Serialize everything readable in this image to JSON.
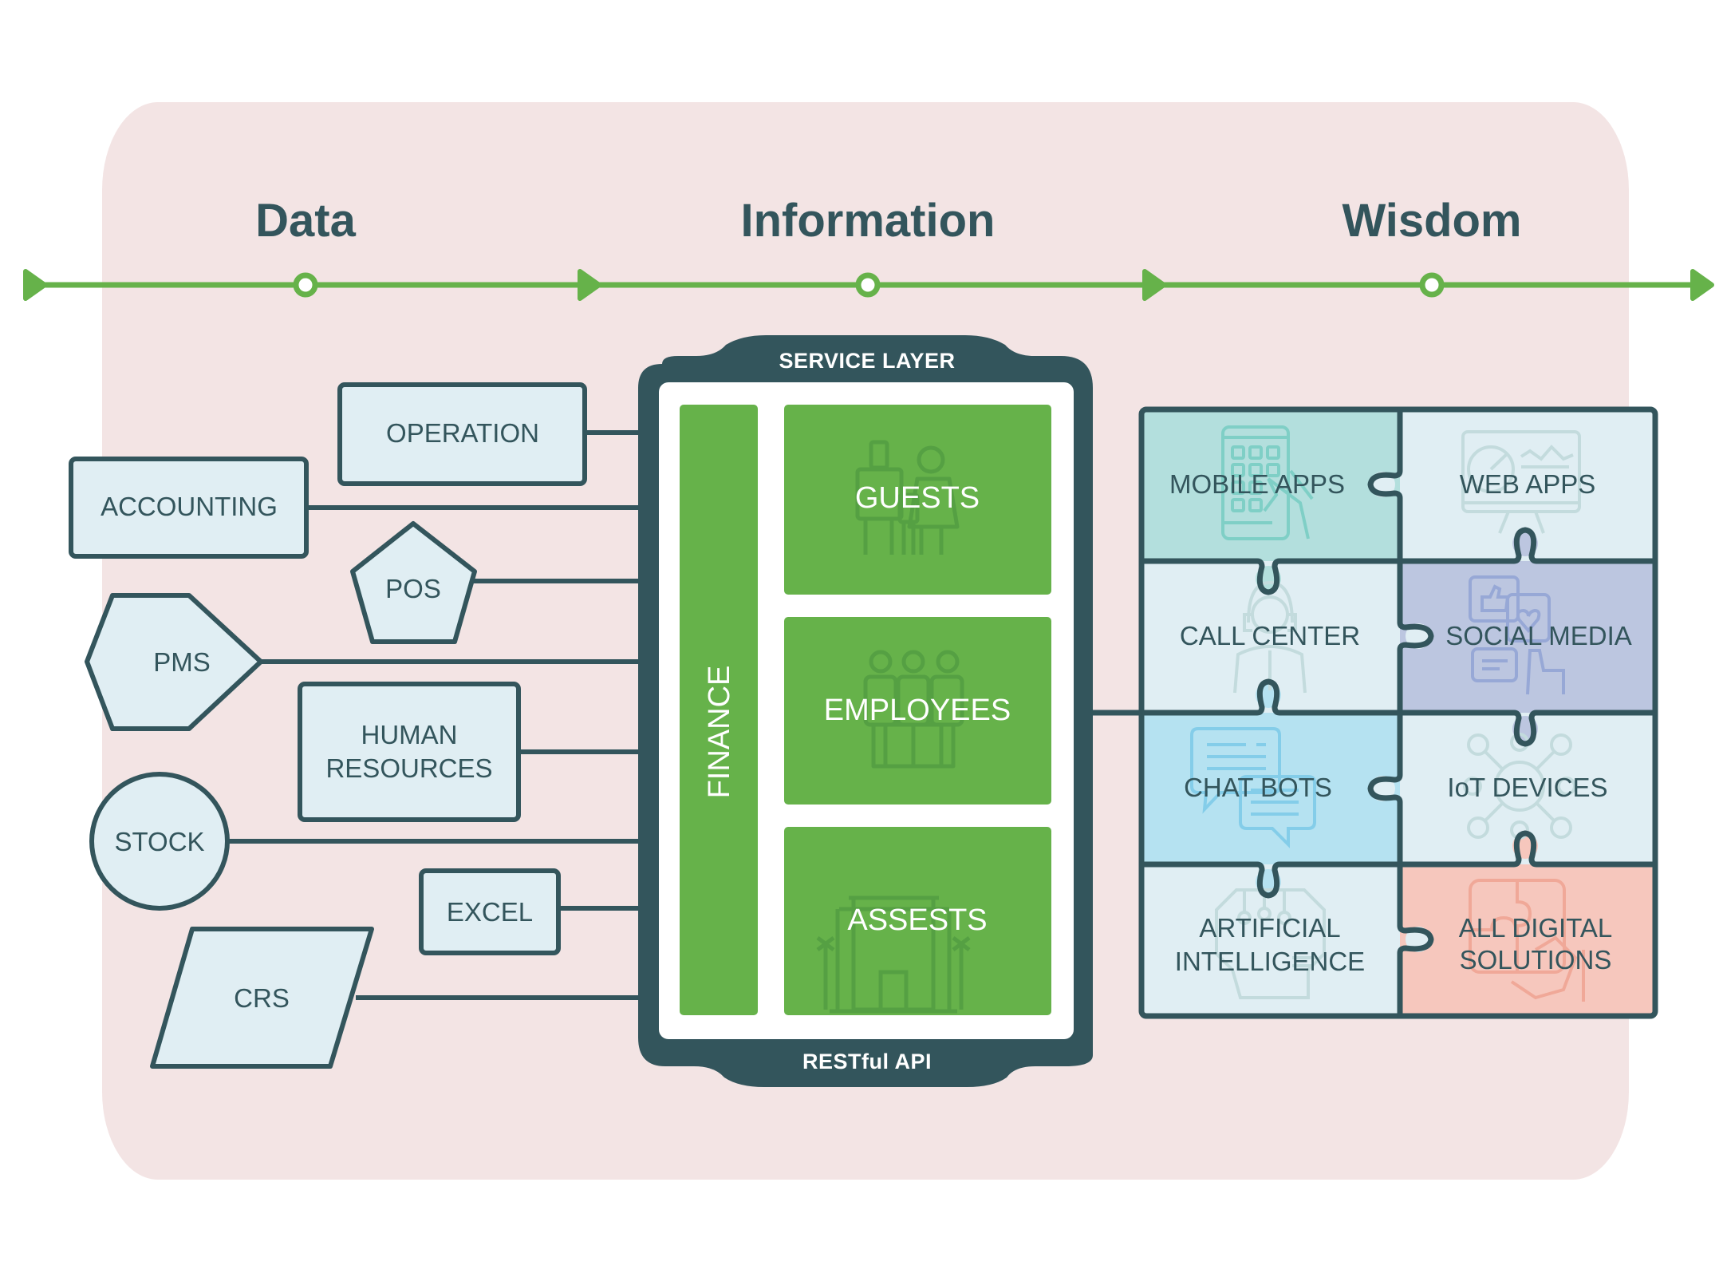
{
  "colors": {
    "panel_bg": "#f3e4e4",
    "dark": "#33555c",
    "green": "#66b24a",
    "green_icon": "#55a043",
    "shape_fill": "#e0eef3",
    "white": "#ffffff"
  },
  "stages": [
    {
      "label": "Data"
    },
    {
      "label": "Information"
    },
    {
      "label": "Wisdom"
    }
  ],
  "sources": [
    {
      "label": "OPERATION",
      "shape": "rectangle"
    },
    {
      "label": "ACCOUNTING",
      "shape": "rectangle"
    },
    {
      "label": "POS",
      "shape": "pentagon"
    },
    {
      "label": "PMS",
      "shape": "hexagon"
    },
    {
      "label": "HUMAN",
      "label2": "RESOURCES",
      "shape": "rectangle"
    },
    {
      "label": "STOCK",
      "shape": "circle"
    },
    {
      "label": "EXCEL",
      "shape": "rectangle"
    },
    {
      "label": "CRS",
      "shape": "parallelogram"
    }
  ],
  "service": {
    "top_caption": "SERVICE LAYER",
    "bottom_caption": "RESTful API",
    "side_module": "FINANCE",
    "modules": [
      {
        "label": "GUESTS",
        "icon": "family-icon"
      },
      {
        "label": "EMPLOYEES",
        "icon": "staff-icon"
      },
      {
        "label": "ASSESTS",
        "icon": "hotel-building-icon"
      }
    ]
  },
  "solutions": [
    {
      "label": "MOBILE APPS",
      "icon": "smartphone-touch-icon",
      "fill": "#b3dfdd",
      "icon_color": "#7fcfc6"
    },
    {
      "label": "WEB APPS",
      "icon": "dashboard-monitor-icon",
      "fill": "#e0eef3",
      "icon_color": "#c3dbdd"
    },
    {
      "label": "CALL CENTER",
      "icon": "headset-agent-icon",
      "fill": "#e0eef3",
      "icon_color": "#c3dbdd"
    },
    {
      "label": "SOCIAL MEDIA",
      "icon": "social-like-heart-icon",
      "fill": "#bcc6e0",
      "icon_color": "#97a8d6"
    },
    {
      "label": "CHAT BOTS",
      "icon": "chat-bubbles-icon",
      "fill": "#b5e2f1",
      "icon_color": "#84cde9"
    },
    {
      "label": "IoT DEVICES",
      "icon": "network-hub-icon",
      "fill": "#e0eef3",
      "icon_color": "#c3dbdd"
    },
    {
      "label": "ARTIFICIAL",
      "label2": "INTELLIGENCE",
      "icon": "ai-brain-head-icon",
      "fill": "#e0eef3",
      "icon_color": "#c3dbdd"
    },
    {
      "label": "ALL DIGITAL",
      "label2": "SOLUTIONS",
      "icon": "puzzle-hand-icon",
      "fill": "#f6c7bd",
      "icon_color": "#f0a898"
    }
  ]
}
